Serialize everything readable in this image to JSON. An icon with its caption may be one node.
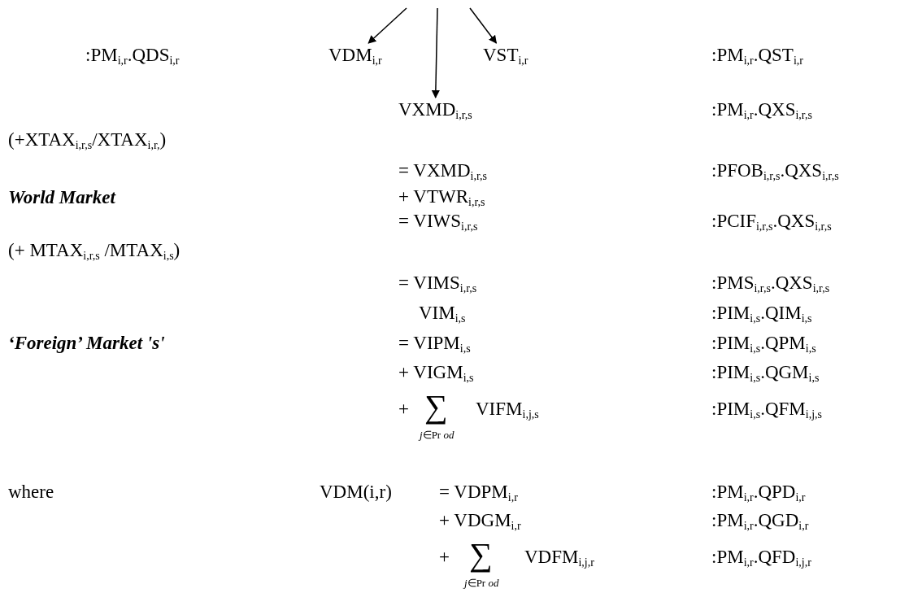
{
  "diagram": {
    "nodes": [
      {
        "text": [
          "VDM$_{i,r}$"
        ]
      },
      {
        "text": [
          "VST$_{i,r}$"
        ]
      },
      {
        "text": [
          "VXMD$_{i,r,s}$"
        ]
      }
    ],
    "edges": [
      {
        "from": null,
        "to": 0,
        "arrow": "to"
      },
      {
        "from": null,
        "to": 1,
        "arrow": "to"
      },
      {
        "from": null,
        "to": 2,
        "arrow": "to"
      }
    ],
    "labels": [
      ":PM$_{i,r}$.QDS$_{i,r}$",
      ":PM$_{i,r}$.QST$_{i,r}$",
      ":PM$_{i,r}$.QXS$_{i,r,s}$",
      "(+XTAX$_{i,r,s}$/XTAX$_{i,r,}$)",
      "= VXMD$_{i,r,s}$",
      ":PFOB$_{i,r,s}$.QXS$_{i,r,s}$",
      "World Market",
      "+ VTWR$_{i,r,s}$",
      "= VIWS$_{i,r,s}$",
      ":PCIF$_{i,r,s}$.QXS$_{i,r,s}$",
      "(+ MTAX$_{i,r,s}$ /MTAX$_{i,s}$)",
      "= VIMS$_{i,r,s}$",
      ":PMS$_{i,r,s}$.QXS$_{i,r,s}$",
      "VIM$_{i,s}$",
      ":PIM$_{i,s}$.QIM$_{i,s}$",
      "‘Foreign’ Market 's'",
      "= VIPM$_{i,s}$",
      ":PIM$_{i,s}$.QPM$_{i,s}$",
      "+ VIGM$_{i,s}$",
      ":PIM$_{i,s}$.QGM$_{i,s}$",
      "+",
      "∑",
      "*j*∈Pr *od*",
      "VIFM$_{i,j,s}$",
      ":PIM$_{i,s}$.QFM$_{i,j,s}$",
      "where",
      "VDM(i,r)",
      "= VDPM$_{i,r}$",
      ":PM$_{i,r}$.QPD$_{i,r}$",
      "+ VDGM$_{i,r}$",
      ":PM$_{i,r}$.QGD$_{i,r}$",
      "+",
      "∑",
      "*j*∈Pr *od*",
      "VDFM$_{i,j,r}$",
      ":PM$_{i,r}$.QFD$_{i,j,r}$"
    ]
  }
}
